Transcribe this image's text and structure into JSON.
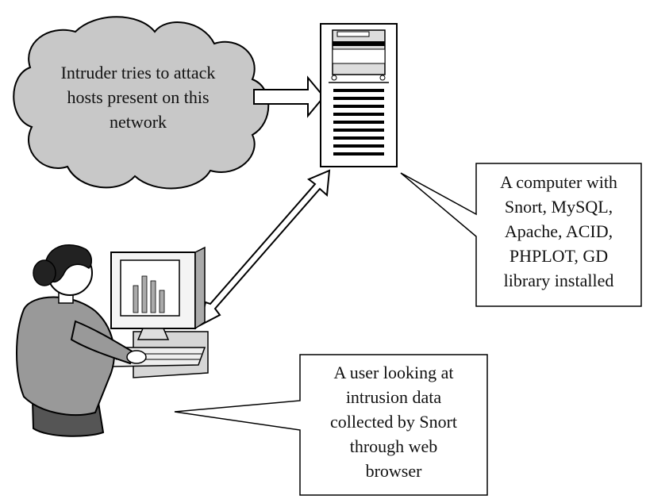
{
  "cloud": {
    "lines": [
      "Intruder tries to attack",
      "hosts present on this",
      "network"
    ]
  },
  "server_callout": {
    "lines": [
      "A computer with",
      "Snort, MySQL,",
      "Apache, ACID,",
      "PHPLOT, GD",
      "library installed"
    ]
  },
  "user_callout": {
    "lines": [
      "A user looking at",
      "intrusion data",
      "collected by Snort",
      "through web",
      "browser"
    ]
  },
  "icons": [
    "cloud-icon",
    "server-tower-icon",
    "user-at-computer-icon"
  ],
  "colors": {
    "cloud_fill": "#c8c8c8",
    "stroke": "#000000",
    "background": "#ffffff"
  }
}
